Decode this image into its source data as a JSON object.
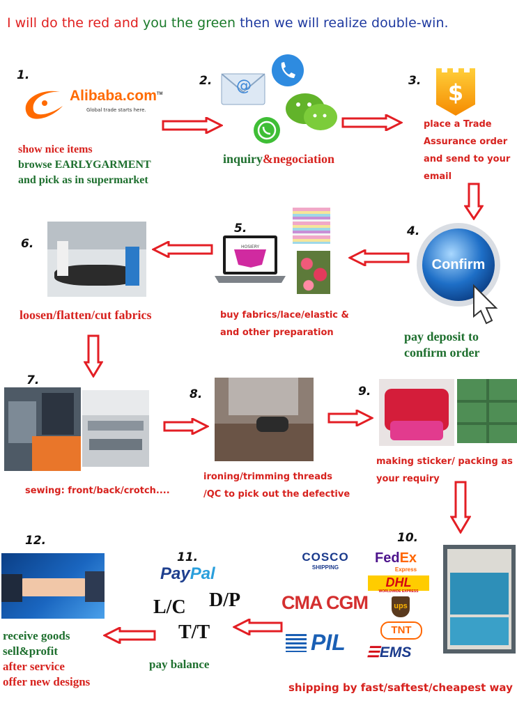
{
  "title": {
    "parts": [
      {
        "text": "I will do the red and ",
        "color": "#e02020"
      },
      {
        "text": "you the green ",
        "color": "#1a7a2a"
      },
      {
        "text": "then we will realize double-win.",
        "color": "#1f3aa0"
      }
    ]
  },
  "steps": {
    "s1": {
      "num": "1.",
      "lines": [
        "show nice items",
        "browse EARLYGARMENT",
        "and pick as in supermarket"
      ],
      "logo": "Alibaba.com",
      "logo_tag": "Global trade starts here.",
      "logo_mark": "TM"
    },
    "s2": {
      "num": "2.",
      "line_a": "inquiry",
      "line_b": "&negociation"
    },
    "s3": {
      "num": "3.",
      "lines": [
        "place a Trade",
        "Assurance order",
        "and send to your",
        "email"
      ],
      "icon_symbol": "$"
    },
    "s4": {
      "num": "4.",
      "lines": [
        "pay deposit to",
        "confirm order"
      ],
      "button_text": "Confirm"
    },
    "s5": {
      "num": "5.",
      "lines": [
        "buy fabrics/lace/elastic &",
        "and other preparation"
      ],
      "screen_brand": "HOSIERY"
    },
    "s6": {
      "num": "6.",
      "caption": "loosen/flatten/cut fabrics"
    },
    "s7": {
      "num": "7.",
      "caption": "sewing: front/back/crotch...."
    },
    "s8": {
      "num": "8.",
      "lines": [
        "ironing/trimming threads",
        "/QC to pick out the defective"
      ]
    },
    "s9": {
      "num": "9.",
      "lines": [
        "making sticker/ packing as",
        "your requiry"
      ]
    },
    "s10": {
      "num": "10.",
      "caption": "shipping by fast/saftest/cheapest way",
      "carriers": {
        "cosco": "COSCO",
        "cosco_sub": "SHIPPING",
        "fedex_a": "Fed",
        "fedex_b": "Ex",
        "fedex_sub": "Express",
        "dhl": "DHL",
        "dhl_sub": "WORLDWIDE EXPRESS",
        "cma": "CMA CGM",
        "ups": "ups",
        "tnt": "TNT",
        "pil": "PIL",
        "ems": "EMS"
      }
    },
    "s11": {
      "num": "11.",
      "paypal_a": "Pay",
      "paypal_b": "Pal",
      "lc": "L/C",
      "dp": "D/P",
      "tt": "T/T",
      "caption": "pay balance"
    },
    "s12": {
      "num": "12.",
      "lines": [
        "receive goods",
        "sell&profit",
        "after service",
        "offer new designs"
      ]
    }
  },
  "colors": {
    "accent_red": "#d7221e",
    "green": "#1e6f2e",
    "arrow_red": "#e31e24"
  }
}
